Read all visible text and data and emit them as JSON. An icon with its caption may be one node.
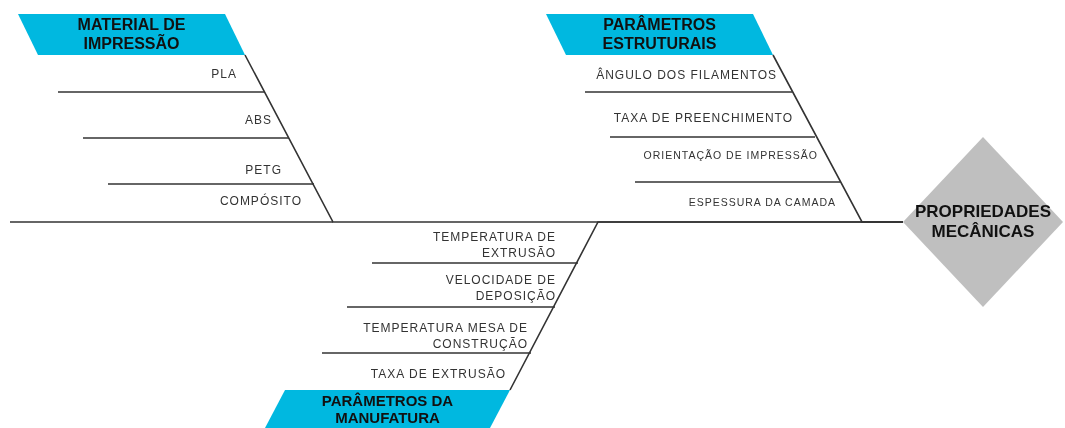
{
  "diagram": {
    "nodes": [
      {
        "text": [
          "MATERIAL DE IMPRESSÃO"
        ]
      },
      {
        "text": [
          "PARÂMETROS ESTRUTURAIS"
        ]
      },
      {
        "text": [
          "PARÂMETROS DA MANUFATURA"
        ]
      },
      {
        "text": [
          "PROPRIEDADES MECÂNICAS"
        ]
      }
    ],
    "edges": [
      {
        "from": 0,
        "to": 3,
        "arrow": "none"
      },
      {
        "from": 1,
        "to": 3,
        "arrow": "none"
      },
      {
        "from": 2,
        "to": 3,
        "arrow": "none"
      }
    ],
    "labels": [
      "PLA",
      "ABS",
      "PETG",
      "COMPÓSITO",
      "ÂNGULO DOS FILAMENTOS",
      "TAXA DE PREENCHIMENTO",
      "ORIENTAÇÃO DE IMPRESSÃO",
      "ESPESSURA DA CAMADA",
      "TEMPERATURA DE EXTRUSÃO",
      "VELOCIDADE DE DEPOSIÇÃO",
      "TEMPERATURA MESA DE CONSTRUÇÃO",
      "TAXA DE EXTRUSÃO"
    ]
  }
}
